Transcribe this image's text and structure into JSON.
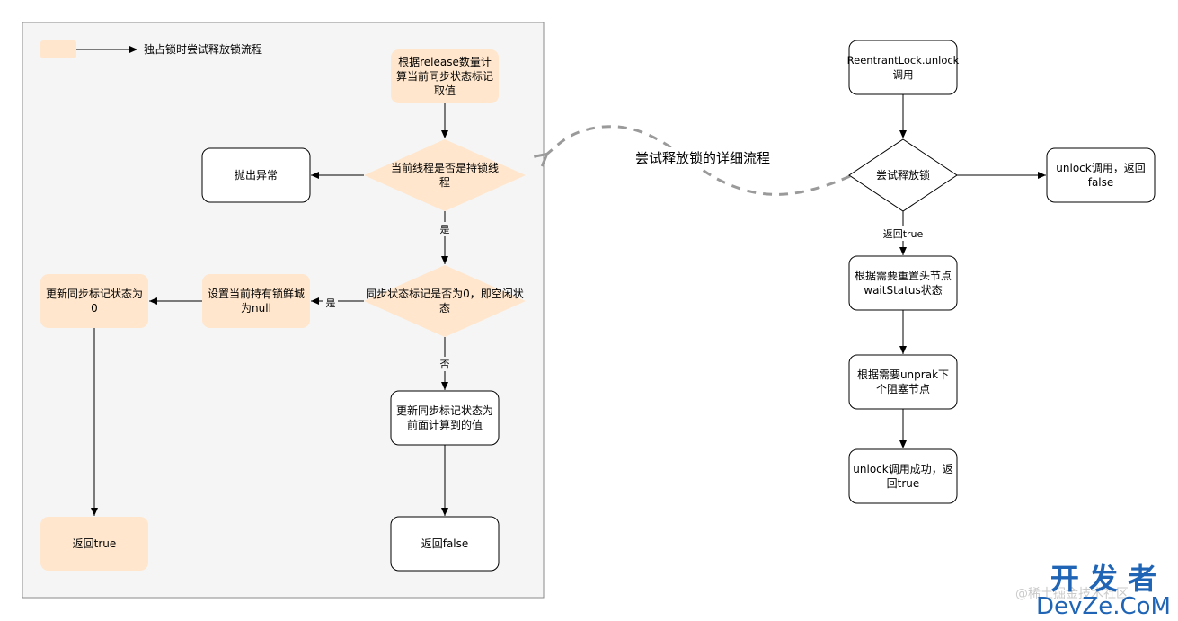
{
  "legend": {
    "label": "独占锁时尝试释放锁流程"
  },
  "left_flow": {
    "compute_box": "根据release数量计算当前同步状态标记取值",
    "is_holder_decision": "当前线程是否是持锁线程",
    "throw_box": "抛出异常",
    "yes_label_1": "是",
    "zero_decision": "同步状态标记是否为0，即空闲状态",
    "yes_label_2": "是",
    "set_owner_box": "设置当前持有锁鲜城为null",
    "update_zero_box": "更新同步标记状态为0",
    "no_label": "否",
    "update_value_box": "更新同步标记状态为前面计算到的值",
    "return_true_box": "返回true",
    "return_false_box": "返回false"
  },
  "connector_label": "尝试释放锁的详细流程",
  "right_flow": {
    "unlock_call_box": "ReentrantLock.unlock调用",
    "try_release_decision": "尝试释放锁",
    "unlock_return_false_box": "unlock调用，返回false",
    "return_true_label": "返回true",
    "reset_head_box": "根据需要重置头节点waitStatus状态",
    "unpark_box": "根据需要unprak下个阻塞节点",
    "unlock_success_box": "unlock调用成功，返回true"
  },
  "watermark": {
    "logo_top": "开 发 者",
    "logo_bottom": "DevZe.CoM",
    "faint_text": "@稀土掘金技术社区"
  },
  "colors": {
    "panel_bg": "#f5f5f5",
    "panel_border": "#8a8a8a",
    "peach": "#ffe6cc",
    "line": "#000000",
    "dashed_connector": "#9a9a9a",
    "logo_blue": "#1f64b5"
  }
}
